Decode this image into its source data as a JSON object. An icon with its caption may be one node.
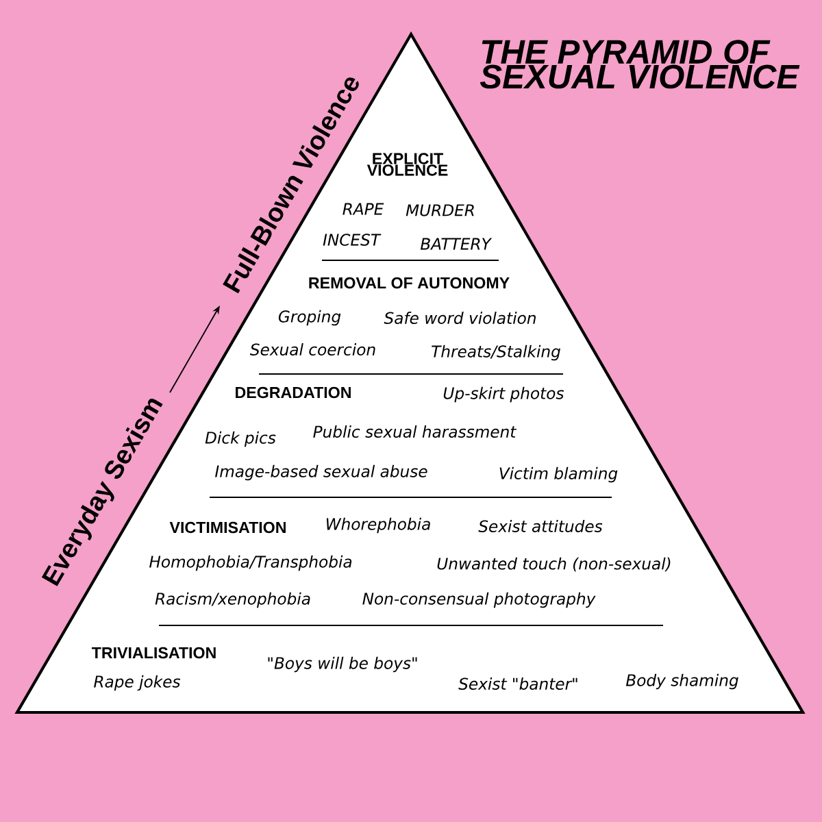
{
  "diagram": {
    "title": "THE PYRAMID OF SEXUAL VIOLENCE",
    "nodes": [
      {
        "text": [],
        "shape": "triangle"
      },
      {
        "text": [
          "EXPLICIT VIOLENCE",
          "RAPE",
          "MURDER",
          "INCEST",
          "BATTERY"
        ],
        "in": 0
      },
      {
        "text": [
          "REMOVAL OF AUTONOMY",
          "Groping",
          "Safe word violation",
          "Sexual coercion",
          "Threats/Stalking"
        ],
        "in": 0
      },
      {
        "text": [
          "DEGRADATION",
          "Up-skirt photos",
          "Dick pics",
          "Public sexual harassment",
          "Image-based sexual abuse",
          "Victim blaming"
        ],
        "in": 0
      },
      {
        "text": [
          "VICTIMISATION",
          "Whorephobia",
          "Sexist attitudes",
          "Homophobia/Transphobia",
          "Unwanted touch (non-sexual)",
          "Racism/xenophobia",
          "Non-consensual photography"
        ],
        "in": 0
      },
      {
        "text": [
          "TRIVIALISATION",
          "\"Boys will be boys\"",
          "Rape jokes",
          "Sexist \"banter\"",
          "Body shaming"
        ],
        "in": 0
      }
    ],
    "edges": [],
    "labels": [
      "Everyday Sexism",
      "Full-Blown Violence"
    ]
  }
}
